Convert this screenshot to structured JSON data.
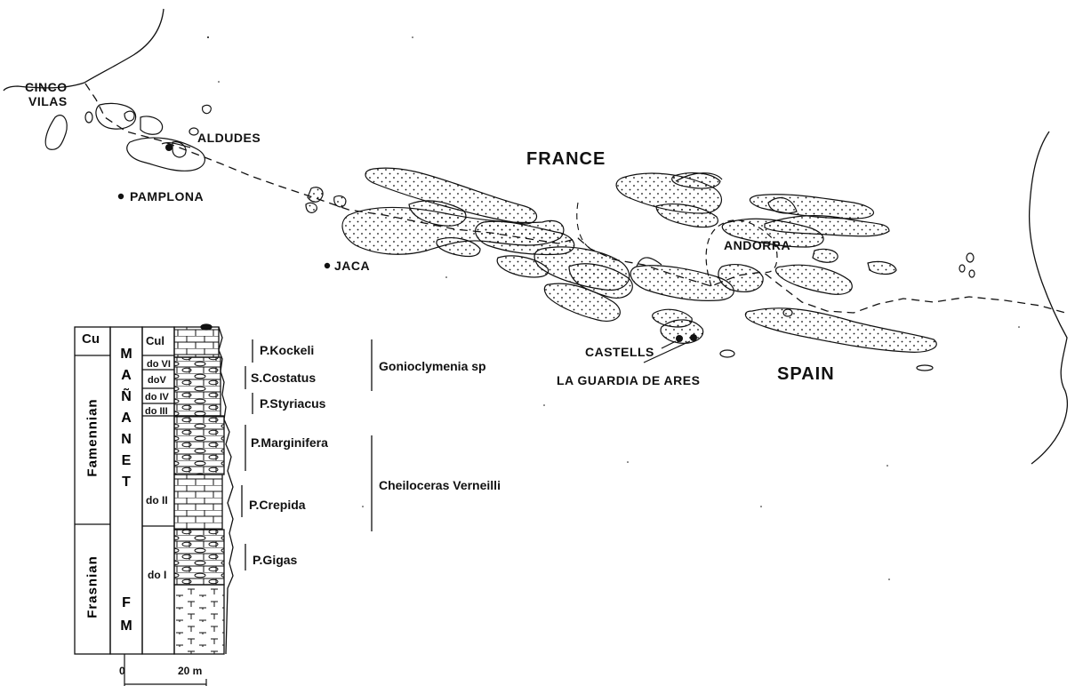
{
  "map": {
    "countries": {
      "france": "FRANCE",
      "spain": "SPAIN",
      "andorra": "ANDORRA"
    },
    "places": {
      "cinco_line1": "CINCO",
      "cinco_line2": "VILAS",
      "aldudes": "ALDUDES",
      "pamplona": "PAMPLONA",
      "jaca": "JACA",
      "castells": "CASTELLS",
      "la_guardia": "LA GUARDIA DE ARES"
    },
    "colors": {
      "ink": "#111111",
      "background": "#ffffff"
    }
  },
  "column": {
    "stages": {
      "cu": "Cu",
      "famennian": "Famennian",
      "frasnian": "Frasnian"
    },
    "formation_letters": [
      "M",
      "A",
      "Ñ",
      "A",
      "N",
      "E",
      "T"
    ],
    "formation_fm": [
      "F",
      "M"
    ],
    "subunits": {
      "cul": "Cul",
      "dovi": "do VI",
      "dov": "doV",
      "doiv": "do IV",
      "doiii": "do III",
      "doii": "do II",
      "doi": "do I"
    },
    "scale": {
      "zero": "0",
      "twenty": "20 m"
    }
  },
  "zones": {
    "conodonts": [
      "P.Kockeli",
      "S.Costatus",
      "P.Styriacus",
      "P.Marginifera",
      "P.Crepida",
      "P.Gigas"
    ],
    "ammonoids": [
      "Gonioclymenia sp",
      "Cheiloceras Verneilli"
    ]
  }
}
